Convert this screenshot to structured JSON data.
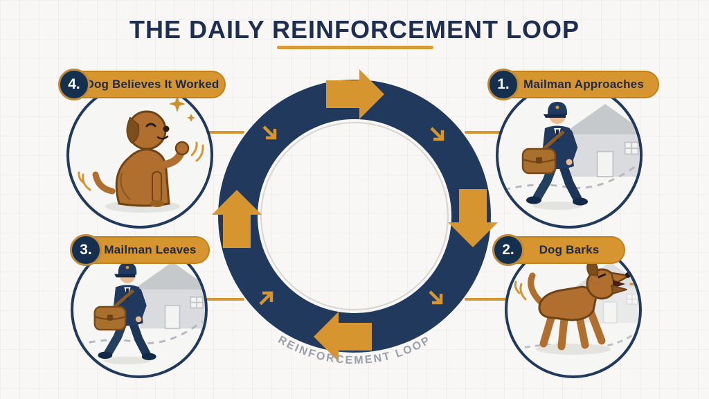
{
  "title": "THE DAILY REINFORCEMENT LOOP",
  "center": {
    "loop_label": "REINFORCEMENT LOOP"
  },
  "steps": [
    {
      "num": "1.",
      "label": "Mailman Approaches"
    },
    {
      "num": "2.",
      "label": "Dog Barks"
    },
    {
      "num": "3.",
      "label": "Mailman Leaves"
    },
    {
      "num": "4.",
      "label": "Dog Believes It Worked"
    }
  ],
  "colors": {
    "navy": "#20395c",
    "orange": "#d6952f",
    "caption_gray": "#9aa0aa"
  }
}
